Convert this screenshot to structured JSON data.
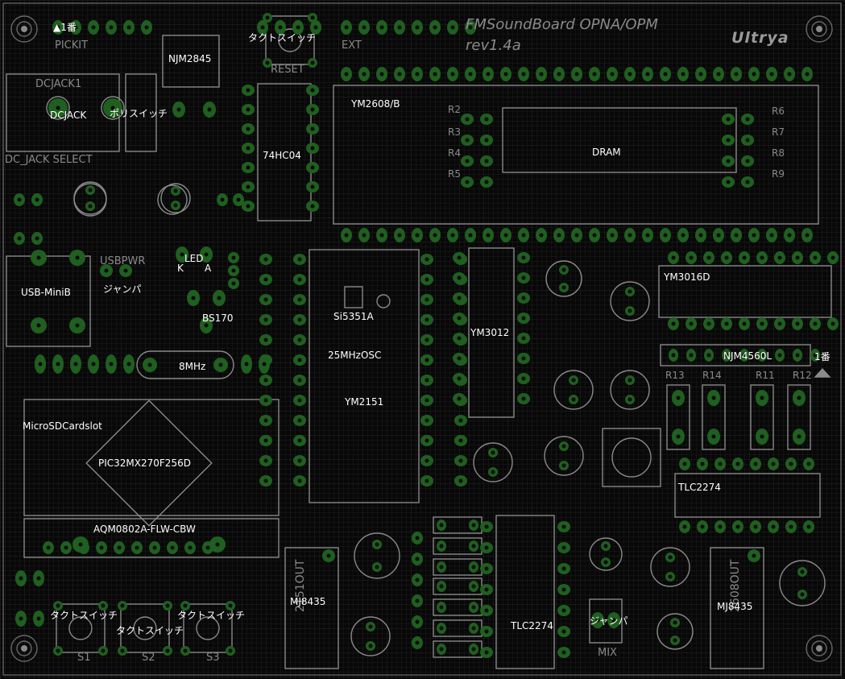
{
  "board": {
    "title": "FMSoundBoard OPNA/OPM",
    "revision": "rev1.4a",
    "logo": "Ultrya",
    "colors": {
      "background": "#080808",
      "grid": "#1e1e1e",
      "pad": "#1f5f1f",
      "silk": "#8a8a8a",
      "label": "#ffffff"
    }
  },
  "labels": {
    "pin1_marker": "▲1番",
    "tact_switch_reset": "タクトスイッチ",
    "njm2845": "NJM2845",
    "dcjack": "DCJACK",
    "polyswitch": "ポリスイッチ",
    "hc04": "74HC04",
    "ym2608": "YM2608/B",
    "dram": "DRAM",
    "usb_minib": "USB-MiniB",
    "jumper_usb": "ジャンパ",
    "led": "LED",
    "led_k": "K",
    "led_a": "A",
    "bs170": "BS170",
    "si5351a": "Si5351A",
    "osc25": "25MHzOSC",
    "ym3012": "YM3012",
    "ym3016d": "YM3016D",
    "njm4560l": "NJM4560L",
    "pin1_right": "1番",
    "xtal8": "8MHz",
    "ym2151": "YM2151",
    "microsd": "MicroSDCardslot",
    "pic32": "PIC32MX270F256D",
    "tlc2274_right": "TLC2274",
    "aqm0802": "AQM0802A-FLW-CBW",
    "mj8435_left": "MJ8435",
    "mj8435_right": "MJ8435",
    "tact_switch_1": "タクトスイッチ",
    "tact_switch_2": "タクトスイッチ",
    "tact_switch_3": "タクトスイッチ",
    "tlc2274_bottom": "TLC2274",
    "jumper_mix": "ジャンパ"
  },
  "silkscreen": {
    "pickit": "PICKIT",
    "reset": "RESET",
    "ext": "EXT",
    "dcjack1": "DCJACK1",
    "dc_jack_select": "DC_JACK SELECT",
    "usbpwr": "USBPWR",
    "mix": "MIX",
    "s1": "S1",
    "s2": "S2",
    "s3": "S3",
    "out_left": "2151OUT",
    "out_right": "2608OUT",
    "r_labels": [
      "R2",
      "R3",
      "R4",
      "R5",
      "R6",
      "R7",
      "R8",
      "R9"
    ],
    "r_row": [
      "R13",
      "R14",
      "R11",
      "R12"
    ]
  }
}
